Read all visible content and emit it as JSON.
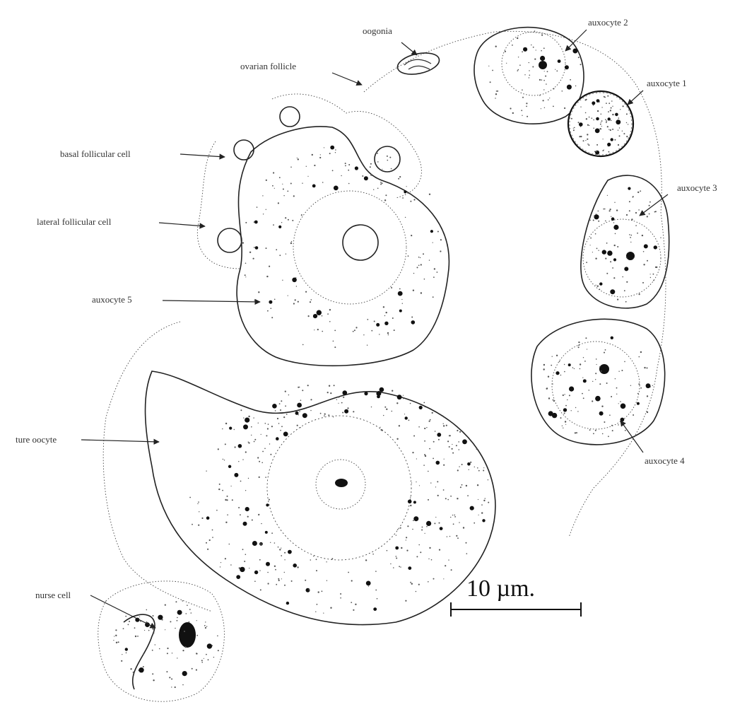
{
  "figure": {
    "labels": {
      "oogonia": "oogonia",
      "ovarian_follicle": "ovarian follicle",
      "auxocyte_2": "auxocyte 2",
      "auxocyte_1": "auxocyte 1",
      "auxocyte_3": "auxocyte 3",
      "auxocyte_4": "auxocyte 4",
      "auxocyte_5": "auxocyte 5",
      "basal_follicular_cell": "basal follicular cell",
      "lateral_follicular_cell": "lateral follicular cell",
      "ture_oocyte": "ture oocyte",
      "nurse_cell": "nurse cell"
    },
    "scale_bar": {
      "label": "10 µm."
    },
    "colors": {
      "ink": "#222222",
      "stipple": "#555555",
      "background": "#ffffff"
    }
  }
}
